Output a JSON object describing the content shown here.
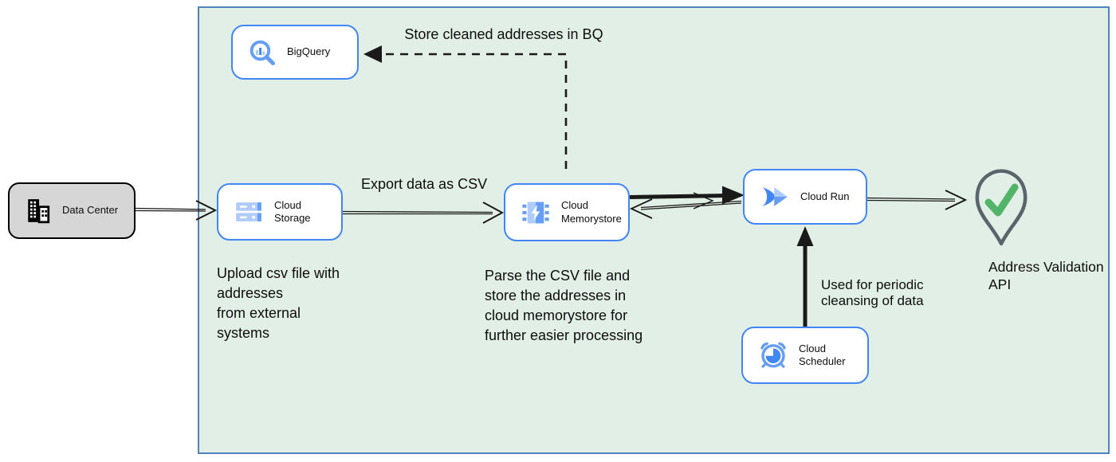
{
  "nodes": {
    "data_center": {
      "label": "Data Center"
    },
    "bigquery": {
      "label": "BigQuery"
    },
    "cloud_storage": {
      "label": "Cloud Storage"
    },
    "cloud_memorystore": {
      "label": "Cloud Memorystore"
    },
    "cloud_run": {
      "label": "Cloud Run"
    },
    "cloud_scheduler": {
      "label": "Cloud Scheduler"
    },
    "address_validation_api": {
      "label": "Address Validation\nAPI"
    }
  },
  "annotations": {
    "store_cleaned": "Store cleaned addresses in BQ",
    "export_csv": "Export data as CSV",
    "upload_note": "Upload csv file with\naddresses\nfrom external\nsystems",
    "parse_note": "Parse the CSV file and\nstore the addresses in\ncloud  memorystore for\nfurther easier processing",
    "periodic_note": "Used for periodic\ncleansing of data"
  },
  "colors": {
    "container_fill": "#e2efe6",
    "container_border": "#4f81bd",
    "node_border": "#4285f4",
    "node_fill": "#ffffff",
    "datacenter_fill": "#d6d6d6",
    "arrow": "#1a1a1a",
    "check_green": "#52b468",
    "pin_gray": "#5a646d",
    "icon_blue_dark": "#4285f4",
    "icon_blue_mid": "#669df6",
    "icon_blue_light": "#aecbfa"
  }
}
